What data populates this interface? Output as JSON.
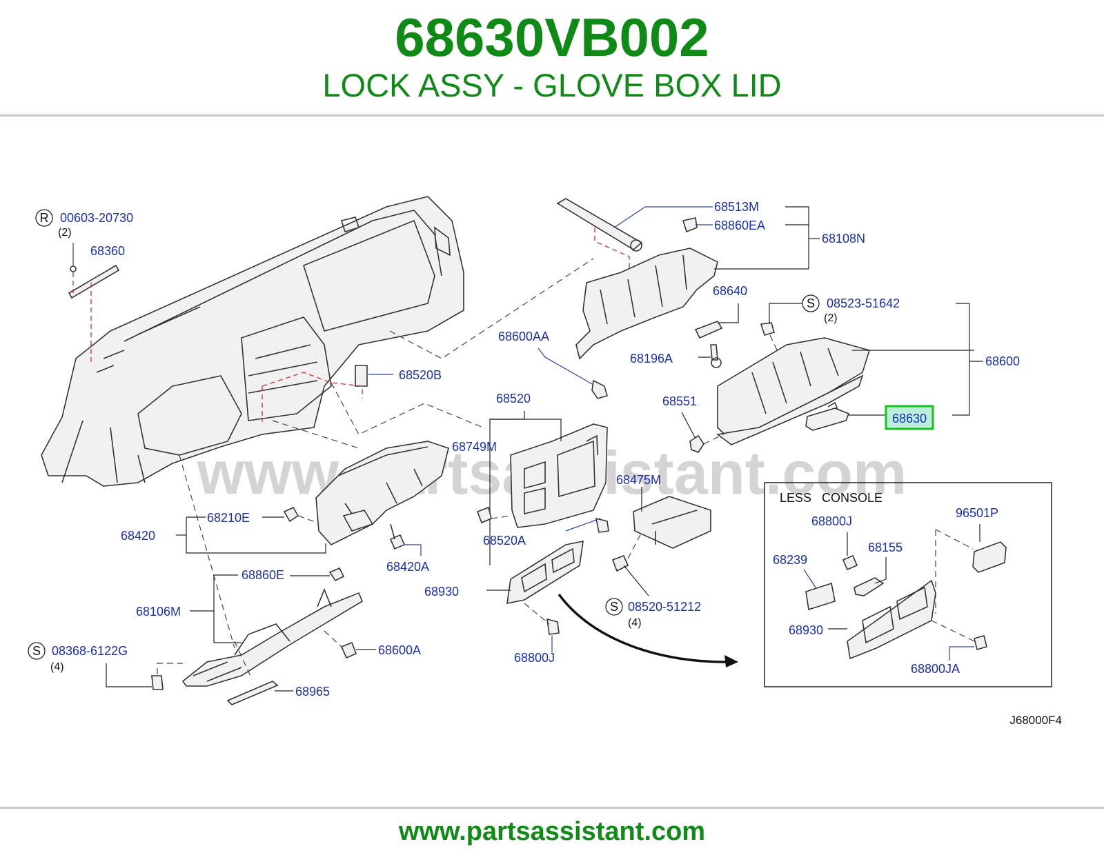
{
  "header": {
    "part_number": "68630VB002",
    "description": "LOCK ASSY - GLOVE BOX LID"
  },
  "footer": {
    "url": "www.partsassistant.com"
  },
  "diagram": {
    "watermark": "www.partsassistant.com",
    "code": "J68000F4",
    "inset_title": "LESS   CONSOLE",
    "labels": [
      "00603-20730",
      "68360",
      "68513M",
      "68860EA",
      "68108N",
      "68640",
      "68600AA",
      "68196A",
      "08523-51642",
      "68600",
      "68520B",
      "68520",
      "68551",
      "68630",
      "68749M",
      "68475M",
      "68210E",
      "68420",
      "68520A",
      "68420A",
      "68930",
      "68860E",
      "68106M",
      "08520-51212",
      "68600A",
      "08368-6122G",
      "68800J",
      "68965",
      "68800J",
      "68155",
      "96501P",
      "68239",
      "68930",
      "68800JA"
    ],
    "quantities": [
      "(2)",
      "(2)",
      "(4)",
      "(4)"
    ],
    "symbols": [
      "R",
      "S",
      "S",
      "S"
    ],
    "highlight_label": "68630"
  },
  "colors": {
    "brand_green": "#0f8a16",
    "label_blue": "#1a2fb5",
    "highlight_border": "#17c21d",
    "highlight_fill": "#bdeedd",
    "watermark": "#d4d4d4"
  }
}
